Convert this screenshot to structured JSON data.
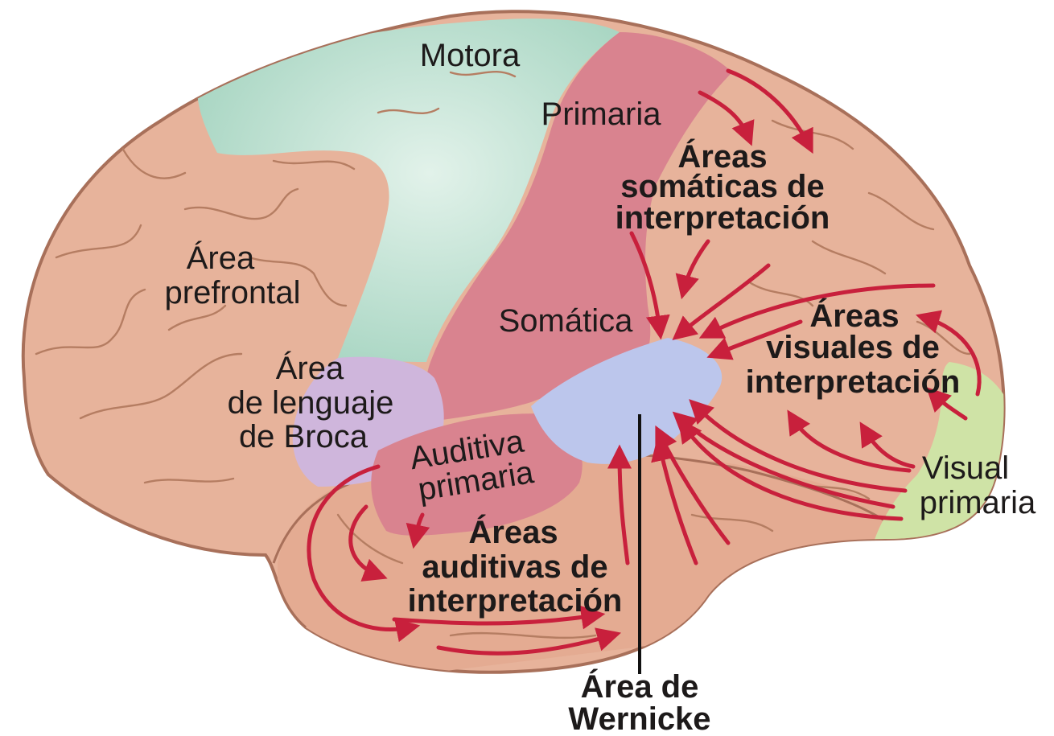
{
  "labels": {
    "motor": "Motora",
    "primary": "Primaria",
    "somatic_interp": [
      "Áreas",
      "somáticas de",
      "interpretación"
    ],
    "prefrontal": [
      "Área",
      "prefrontal"
    ],
    "somatic": "Somática",
    "broca": [
      "Área",
      "de lenguaje",
      "de Broca"
    ],
    "visual_interp": [
      "Áreas",
      "visuales de",
      "interpretación"
    ],
    "auditory_primary": [
      "Auditiva",
      "primaria"
    ],
    "auditory_interp": [
      "Áreas",
      "auditivas de",
      "interpretación"
    ],
    "visual_primary": [
      "Visual",
      "primaria"
    ],
    "wernicke": [
      "Área de",
      "Wernicke"
    ]
  },
  "colors": {
    "cortex": "#e7b39b",
    "cortex_outline": "#a8705a",
    "motor": "#bfe0d2",
    "somatic": "#d9838f",
    "broca": "#cfb6dc",
    "wernicke": "#bcc6ec",
    "visual_primary": "#cfe3a6",
    "arrow": "#c8203c"
  }
}
